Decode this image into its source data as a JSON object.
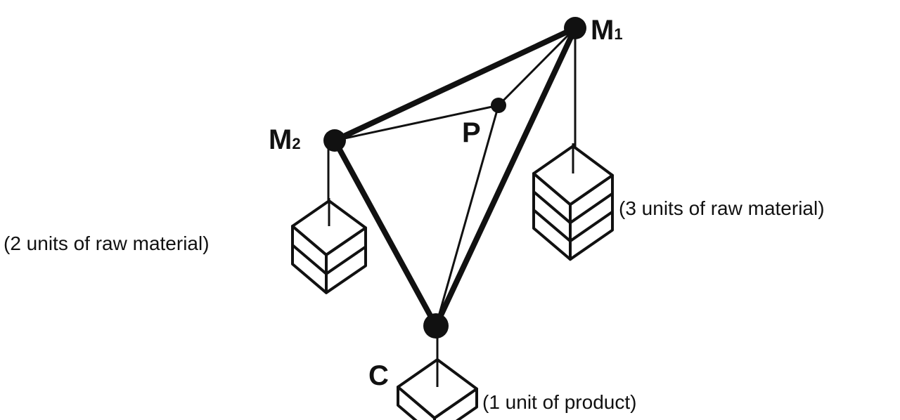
{
  "nodes": {
    "m1": {
      "letter": "M",
      "sub": "1"
    },
    "m2": {
      "letter": "M",
      "sub": "2"
    },
    "p": {
      "letter": "P"
    },
    "c": {
      "letter": "C"
    }
  },
  "annotations": {
    "m1_weight": "(3 units of raw material)",
    "m2_weight": "(2 units of raw material)",
    "c_weight": "(1 unit of product)"
  },
  "weights": {
    "m1_units": 3,
    "m2_units": 2,
    "c_units": 1
  }
}
